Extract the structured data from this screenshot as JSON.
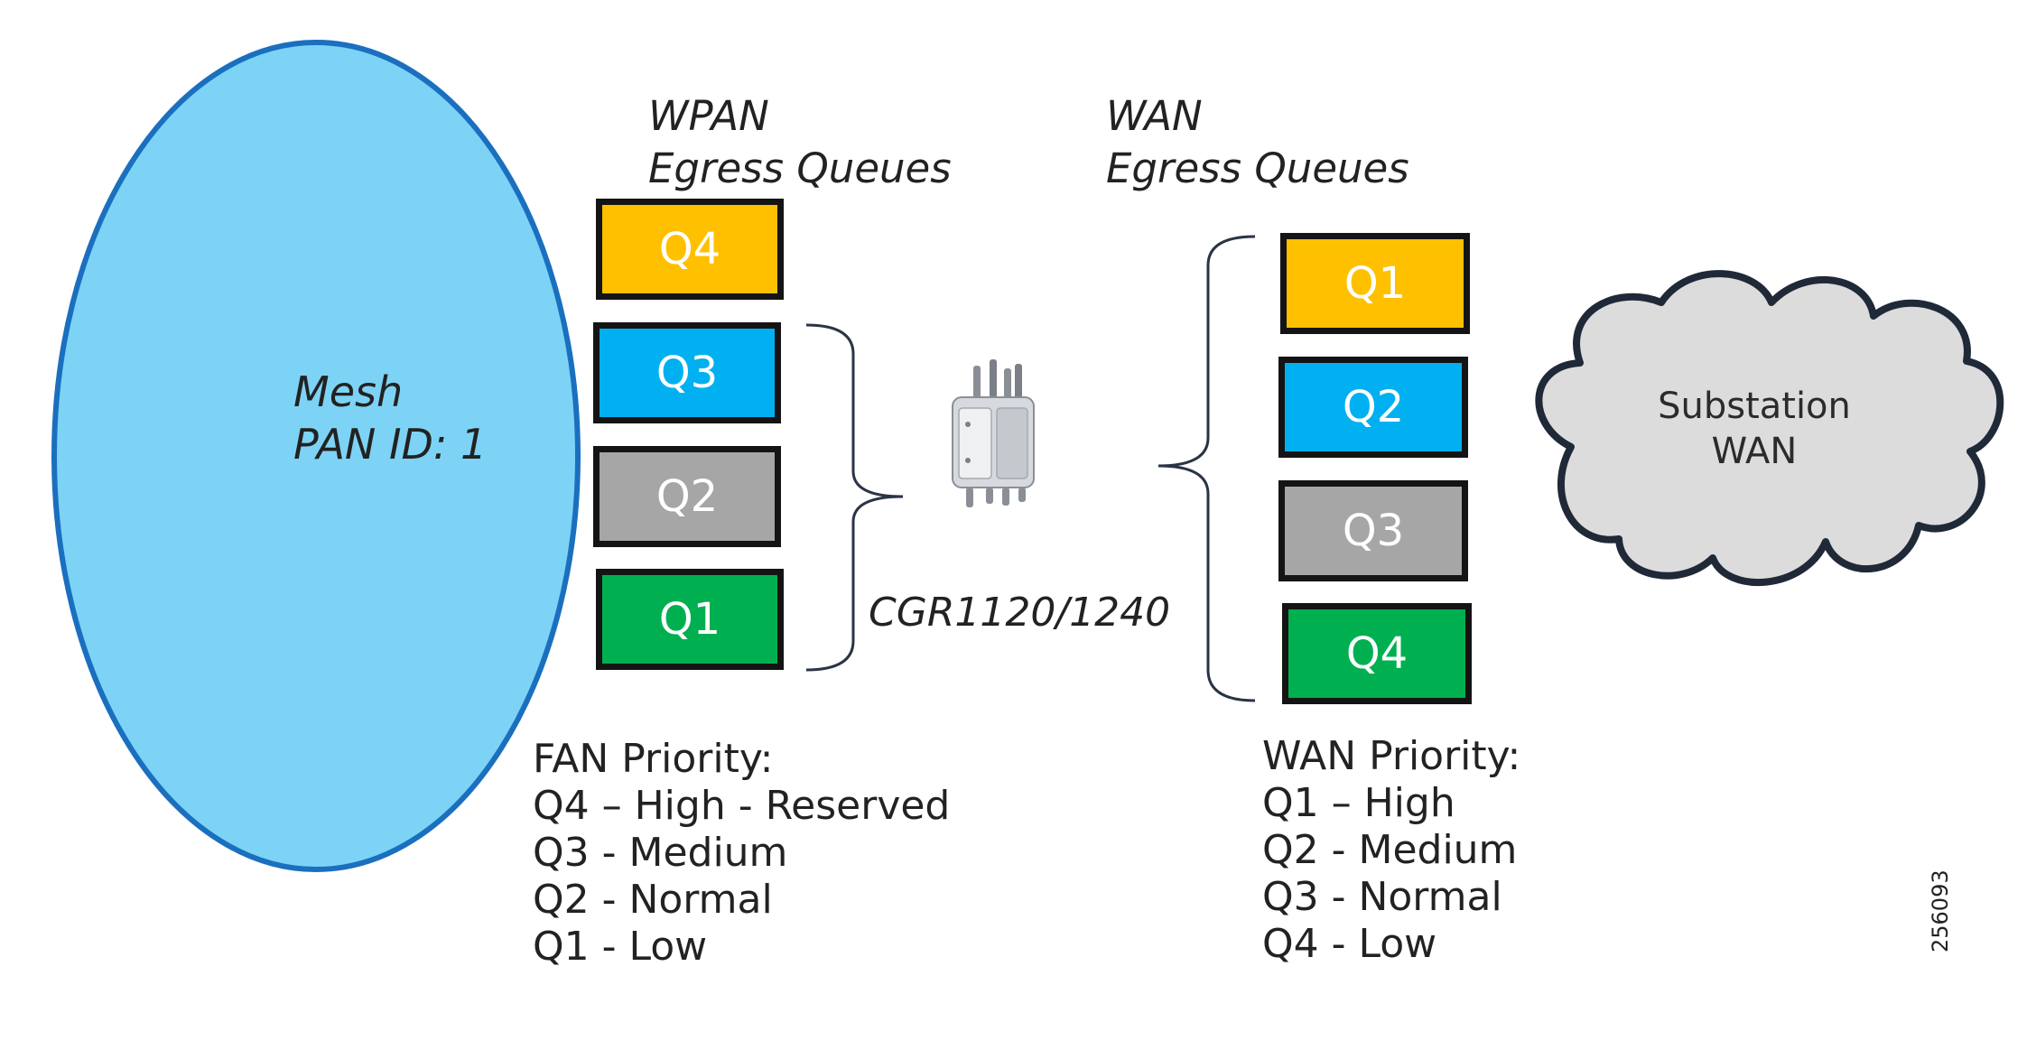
{
  "mesh": {
    "line1": "Mesh",
    "line2": "PAN ID: 1"
  },
  "wpan": {
    "heading_line1": "WPAN",
    "heading_line2": "Egress Queues",
    "queues": [
      "Q4",
      "Q3",
      "Q2",
      "Q1"
    ]
  },
  "device": {
    "label": "CGR1120/1240"
  },
  "wan": {
    "heading_line1": "WAN",
    "heading_line2": "Egress Queues",
    "queues": [
      "Q1",
      "Q2",
      "Q3",
      "Q4"
    ]
  },
  "cloud": {
    "line1": "Substation",
    "line2": "WAN"
  },
  "fan_priority": {
    "title": "FAN Priority:",
    "items": [
      "Q4 – High - Reserved",
      "Q3 - Medium",
      "Q2 - Normal",
      "Q1 - Low"
    ]
  },
  "wan_priority": {
    "title": "WAN Priority:",
    "items": [
      "Q1 – High",
      "Q2 - Medium",
      "Q3 - Normal",
      "Q4 - Low"
    ]
  },
  "figure_id": "256093",
  "colors": {
    "ellipse_fill": "#7dd3f5",
    "ellipse_stroke": "#1a6fbf",
    "yellow": "#ffc000",
    "blue": "#00b0f0",
    "gray": "#a6a6a6",
    "green": "#00b050",
    "cloud_fill": "#dcdcdc",
    "cloud_stroke": "#1f2937"
  }
}
